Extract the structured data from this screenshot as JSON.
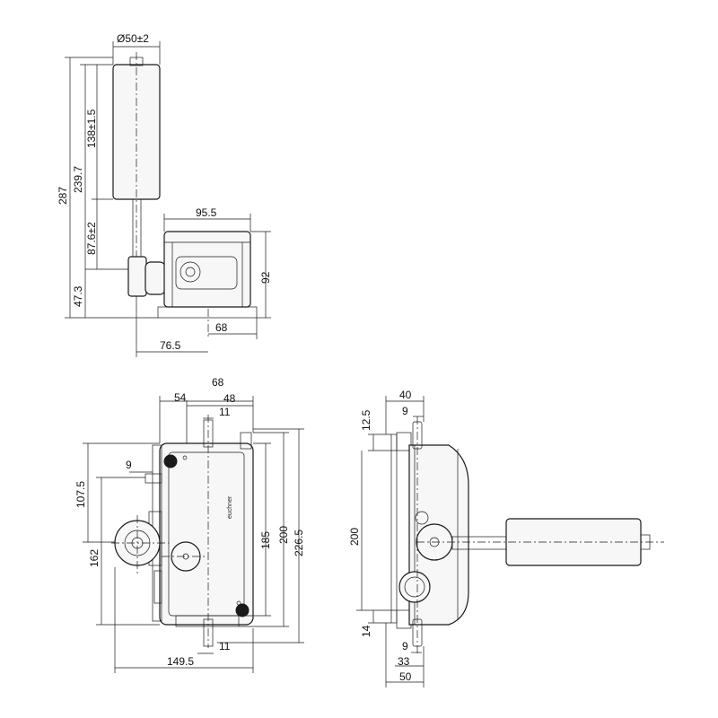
{
  "dims": {
    "top_diameter": "Ø50±2",
    "top_287": "287",
    "top_239": "239.7",
    "top_138": "138±1.5",
    "top_87": "87.6±2",
    "top_47": "47.3",
    "top_95": "95.5",
    "top_92": "92",
    "top_76": "76.5",
    "top_68": "68",
    "front_68": "68",
    "front_54": "54",
    "front_48": "48",
    "front_11a": "11",
    "front_9": "9",
    "front_107": "107.5",
    "front_162": "162",
    "front_185": "185",
    "front_200": "200",
    "front_226": "226.5",
    "front_11b": "11",
    "front_149": "149.5",
    "side_40": "40",
    "side_12": "12.5",
    "side_9a": "9",
    "side_200": "200",
    "side_14": "14",
    "side_9b": "9",
    "side_33": "33",
    "side_50": "50"
  },
  "logo_text": "euchner"
}
